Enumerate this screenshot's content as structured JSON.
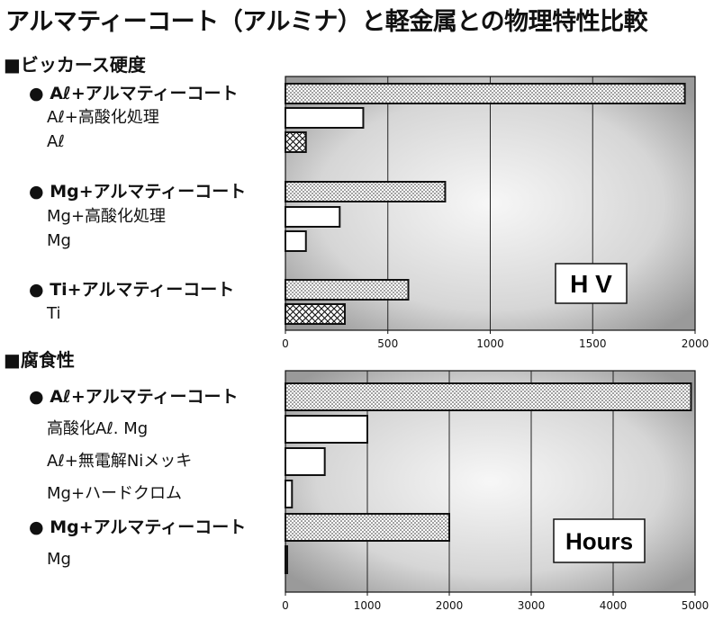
{
  "title": "アルマティーコート（アルミナ）と軽金属との物理特性比較",
  "chart_data": [
    {
      "type": "bar",
      "section_title": "■ビッカース硬度",
      "unit_label": "H V",
      "categories": [
        "Aℓ+アルマティーコート",
        "Aℓ+高酸化処理",
        "Aℓ",
        "Mg+アルマティーコート",
        "Mg+高酸化処理",
        "Mg",
        "Ti+アルマティーコート",
        "Ti"
      ],
      "values": [
        1950,
        380,
        100,
        780,
        265,
        100,
        600,
        290
      ],
      "fills": [
        "dots",
        "plain",
        "cross",
        "dots",
        "plain",
        "plain",
        "dots",
        "cross"
      ],
      "bullet": [
        true,
        false,
        false,
        true,
        false,
        false,
        true,
        false
      ],
      "xlim": [
        0,
        2000
      ],
      "xticks": [
        "0",
        "500",
        "1000",
        "1500",
        "2000"
      ],
      "grid": true
    },
    {
      "type": "bar",
      "section_title": "■腐食性",
      "unit_label": "Hours",
      "categories": [
        "Aℓ+アルマティーコート",
        "高酸化Aℓ. Mg",
        "Aℓ+無電解Niメッキ",
        "Mg+ハードクロム",
        "Mg+アルマティーコート",
        "Mg"
      ],
      "values": [
        4950,
        1000,
        480,
        80,
        2000,
        20
      ],
      "fills": [
        "dots",
        "plain",
        "plain",
        "plain",
        "dots",
        "plain"
      ],
      "bullet": [
        true,
        false,
        false,
        false,
        true,
        false
      ],
      "xlim": [
        0,
        5000
      ],
      "xticks": [
        "0",
        "1000",
        "2000",
        "3000",
        "4000",
        "5000"
      ],
      "grid": true
    }
  ]
}
